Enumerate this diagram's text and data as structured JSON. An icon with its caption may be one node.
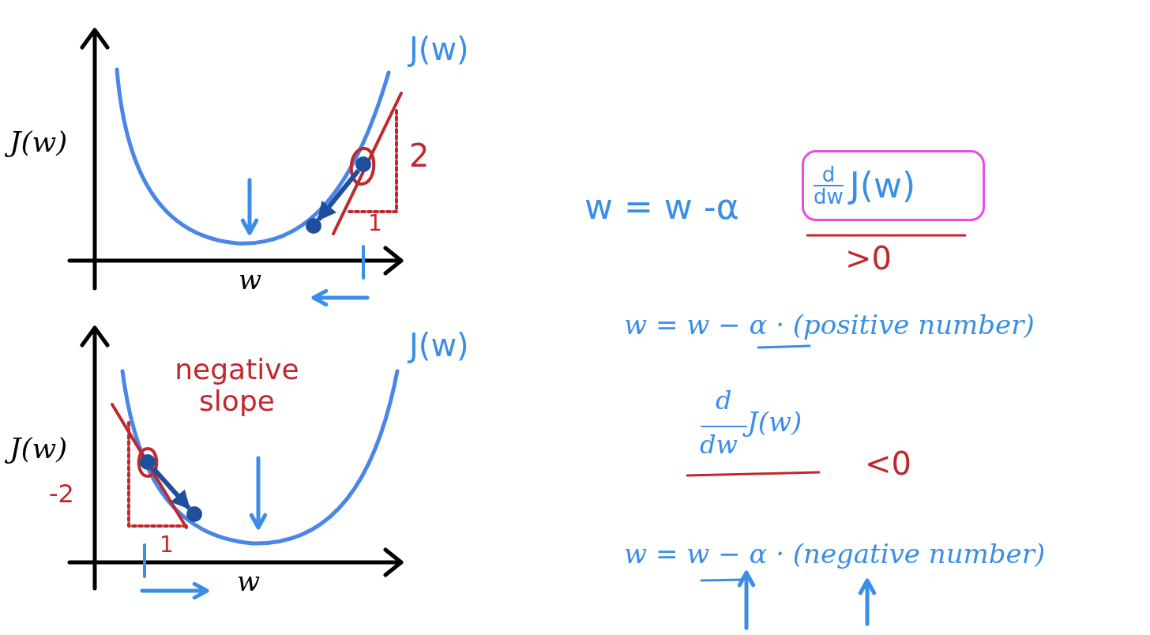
{
  "diagram": {
    "nodes": [
      {
        "text": [],
        "shape": "circle"
      },
      {
        "text": [],
        "shape": "circle"
      },
      {
        "text": [
          "d",
          "dw",
          "J(w)"
        ],
        "beside": [
          ">0"
        ]
      },
      {
        "text": [],
        "shape": "circle"
      },
      {
        "text": [],
        "shape": "circle"
      }
    ],
    "edges": [
      {
        "from": 0,
        "to": 1,
        "arrow": "to"
      },
      {
        "from": 3,
        "to": 4,
        "arrow": "to"
      }
    ],
    "labels": [
      "J(w)",
      "J(w)",
      "2",
      "1",
      "w",
      "w = w -α",
      "w = w − α · (positive number)",
      "J(w)",
      "negative slope",
      "J(w)",
      "d",
      "dw",
      "J(w)",
      "-2",
      "<0",
      "1",
      "w",
      "w = w − α · (negative number)"
    ]
  }
}
